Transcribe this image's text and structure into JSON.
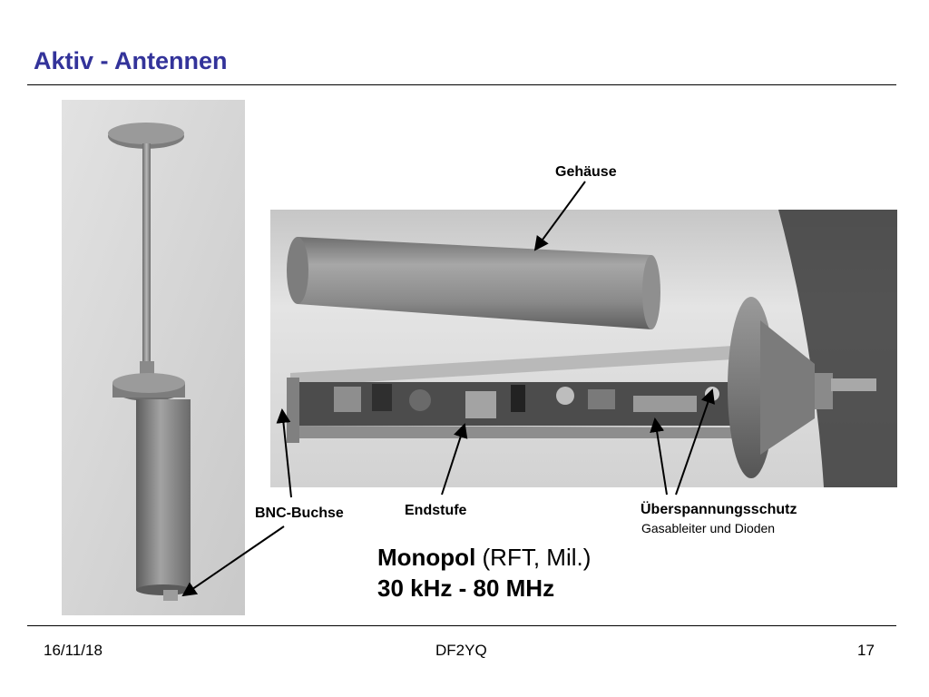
{
  "slide": {
    "title": "Aktiv - Antennen"
  },
  "labels": {
    "gehaeuse": "Gehäuse",
    "bnc": "BNC-Buchse",
    "endstufe": "Endstufe",
    "ueberspannung": "Überspannungsschutz",
    "ueberspannung_sub": "Gasableiter und Dioden"
  },
  "caption": {
    "name_bold": "Monopol",
    "name_rest": " (RFT, Mil.)",
    "range": "30 kHz - 80 MHz"
  },
  "footer": {
    "date": "16/11/18",
    "author": "DF2YQ",
    "page": "17"
  },
  "colors": {
    "title": "#33339a"
  }
}
